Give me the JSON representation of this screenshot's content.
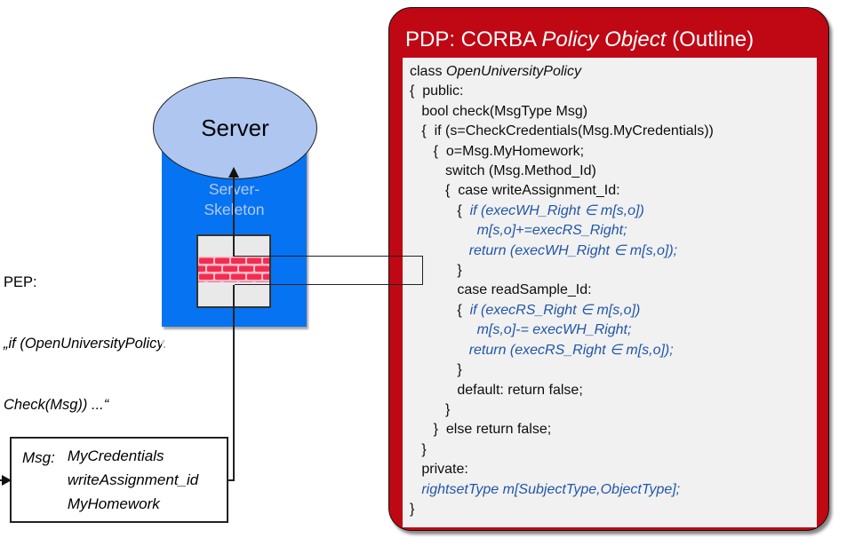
{
  "colors": {
    "red_box": "#c00714",
    "blue_rect": "#0673f2",
    "ellipse_fill": "#aec6f0",
    "code_blue": "#2156a8",
    "skeleton_text": "#b5c9f1",
    "brick": "#f32c52",
    "mortar": "#f8bcc6"
  },
  "server": {
    "label": "Server"
  },
  "skeleton": {
    "line1": "Server-",
    "line2": "Skeleton"
  },
  "pep": {
    "line1": "PEP:",
    "line2": "„if (OpenUniversityPolicy.",
    "line3": "Check(Msg)) ...“"
  },
  "msg_box": {
    "label": "Msg:",
    "items": [
      "MyCredentials",
      "writeAssignment_id",
      "MyHomework"
    ]
  },
  "pdp": {
    "title_parts": [
      {
        "t": "PDP: CORBA ",
        "s": "r"
      },
      {
        "t": "Policy Object",
        "s": "i"
      },
      {
        "t": " (Outline)",
        "s": "r"
      }
    ],
    "code_lines": [
      {
        "parts": [
          {
            "t": "class ",
            "s": "r"
          },
          {
            "t": "OpenUniversityPolicy",
            "s": "i"
          }
        ]
      },
      {
        "parts": [
          {
            "t": "{  public:",
            "s": "r"
          }
        ]
      },
      {
        "parts": [
          {
            "t": "   bool check(MsgType Msg)",
            "s": "r"
          }
        ]
      },
      {
        "parts": [
          {
            "t": "   {  if (s=CheckCredentials(Msg.MyCredentials))",
            "s": "r"
          }
        ]
      },
      {
        "parts": [
          {
            "t": "      {  o=Msg.MyHomework;",
            "s": "r"
          }
        ]
      },
      {
        "parts": [
          {
            "t": "         switch (Msg.Method_Id)",
            "s": "r"
          }
        ]
      },
      {
        "parts": [
          {
            "t": "         {  case writeAssignment_Id:",
            "s": "r"
          }
        ]
      },
      {
        "parts": [
          {
            "t": "            {  ",
            "s": "r"
          },
          {
            "t": "if (execWH_Right ∈ m[s,o])",
            "s": "b"
          }
        ]
      },
      {
        "parts": [
          {
            "t": "                 ",
            "s": "r"
          },
          {
            "t": "m[s,o]+=execRS_Right;",
            "s": "b"
          }
        ]
      },
      {
        "parts": [
          {
            "t": "               ",
            "s": "r"
          },
          {
            "t": "return (execWH_Right ∈ m[s,o]);",
            "s": "b"
          }
        ]
      },
      {
        "parts": [
          {
            "t": "            }",
            "s": "r"
          }
        ]
      },
      {
        "parts": [
          {
            "t": "            case readSample_Id:",
            "s": "r"
          }
        ]
      },
      {
        "parts": [
          {
            "t": "            {  ",
            "s": "r"
          },
          {
            "t": "if (execRS_Right ∈ m[s,o])",
            "s": "b"
          }
        ]
      },
      {
        "parts": [
          {
            "t": "                 ",
            "s": "r"
          },
          {
            "t": "m[s,o]-= execWH_Right;",
            "s": "b"
          }
        ]
      },
      {
        "parts": [
          {
            "t": "               ",
            "s": "r"
          },
          {
            "t": "return (execRS_Right ∈ m[s,o]);",
            "s": "b"
          }
        ]
      },
      {
        "parts": [
          {
            "t": "            }",
            "s": "r"
          }
        ]
      },
      {
        "parts": [
          {
            "t": "            default: return false;",
            "s": "r"
          }
        ]
      },
      {
        "parts": [
          {
            "t": "         }",
            "s": "r"
          }
        ]
      },
      {
        "parts": [
          {
            "t": "      }  else return false;",
            "s": "r"
          }
        ]
      },
      {
        "parts": [
          {
            "t": "   }",
            "s": "r"
          }
        ]
      },
      {
        "parts": [
          {
            "t": "   private:",
            "s": "r"
          }
        ]
      },
      {
        "parts": [
          {
            "t": "   ",
            "s": "r"
          },
          {
            "t": "rightsetType m[SubjectType,ObjectType];",
            "s": "b"
          }
        ]
      },
      {
        "parts": [
          {
            "t": "}",
            "s": "r"
          }
        ]
      }
    ]
  }
}
